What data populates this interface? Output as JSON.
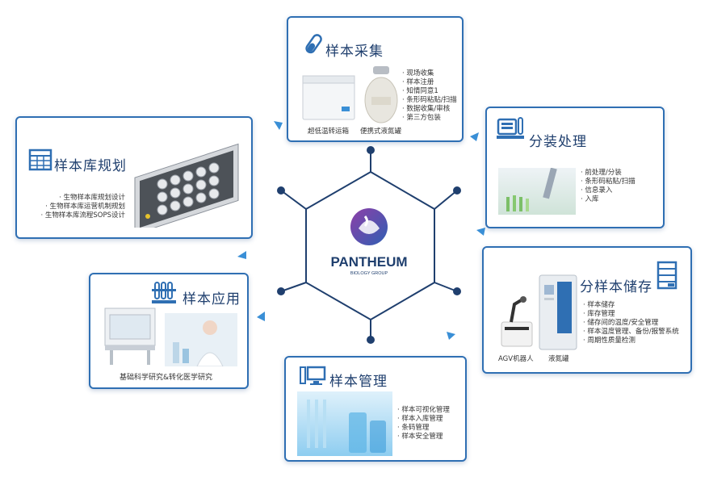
{
  "center": {
    "brand": "PANTHEUM",
    "sub": "BIOLOGY GROUP"
  },
  "collection": {
    "title": "样本采集",
    "items": [
      "现场收集",
      "样本注册",
      "知情同意1",
      "条形码粘贴/扫描",
      "数据收集/审核",
      "第三方包装"
    ],
    "captions": [
      "超低温转运箱",
      "便携式液氮罐"
    ]
  },
  "aliquot": {
    "title": "分装处理",
    "items": [
      "前处理/分装",
      "条形码粘贴/扫描",
      "信息录入",
      "入库"
    ]
  },
  "storage": {
    "title": "分样本储存",
    "items": [
      "样本储存",
      "库存管理",
      "储存间的温度/安全管理",
      "样本温度管理、备份/报警系统",
      "周期性质量检测"
    ],
    "captions": [
      "AGV机器人",
      "液氮罐"
    ]
  },
  "management": {
    "title": "样本管理",
    "items": [
      "样本可视化管理",
      "样本入库管理",
      "条码管理",
      "样本安全管理"
    ]
  },
  "application": {
    "title": "样本应用",
    "caption": "基础科学研究&转化医学研究"
  },
  "planning": {
    "title": "样本库规划",
    "items": [
      "生物样本库规划设计",
      "生物样本库运营机制规划",
      "生物样本库流程SOPS设计"
    ]
  },
  "colors": {
    "primary": "#2f6fb3",
    "dark": "#1f3f6e",
    "accent": "#3a8fd6"
  }
}
